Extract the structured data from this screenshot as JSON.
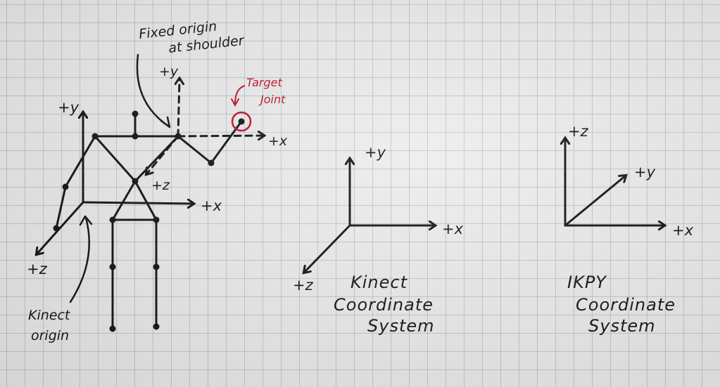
{
  "colors": {
    "ink": "#141414",
    "highlight": "#c0102a",
    "paper": "#ecedec",
    "grid": "#7896be"
  },
  "annotations": {
    "fixed_origin": [
      "Fixed origin",
      "at shoulder"
    ],
    "target_joint": [
      "Target",
      "Joint"
    ],
    "kinect_origin": [
      "Kinect",
      "origin"
    ]
  },
  "figure_axes": {
    "main_x": "+x",
    "main_y": "+y",
    "main_z": "+z",
    "shoulder_x": "+x",
    "shoulder_y": "+y",
    "shoulder_z": "+z"
  },
  "kinect_system": {
    "x": "+x",
    "y": "+y",
    "z": "+z",
    "title": [
      "Kinect",
      "Coordinate",
      "System"
    ]
  },
  "ikpy_system": {
    "x": "+x",
    "y": "+y",
    "z": "+z",
    "title": [
      "IKPY",
      "Coordinate",
      "System"
    ]
  }
}
